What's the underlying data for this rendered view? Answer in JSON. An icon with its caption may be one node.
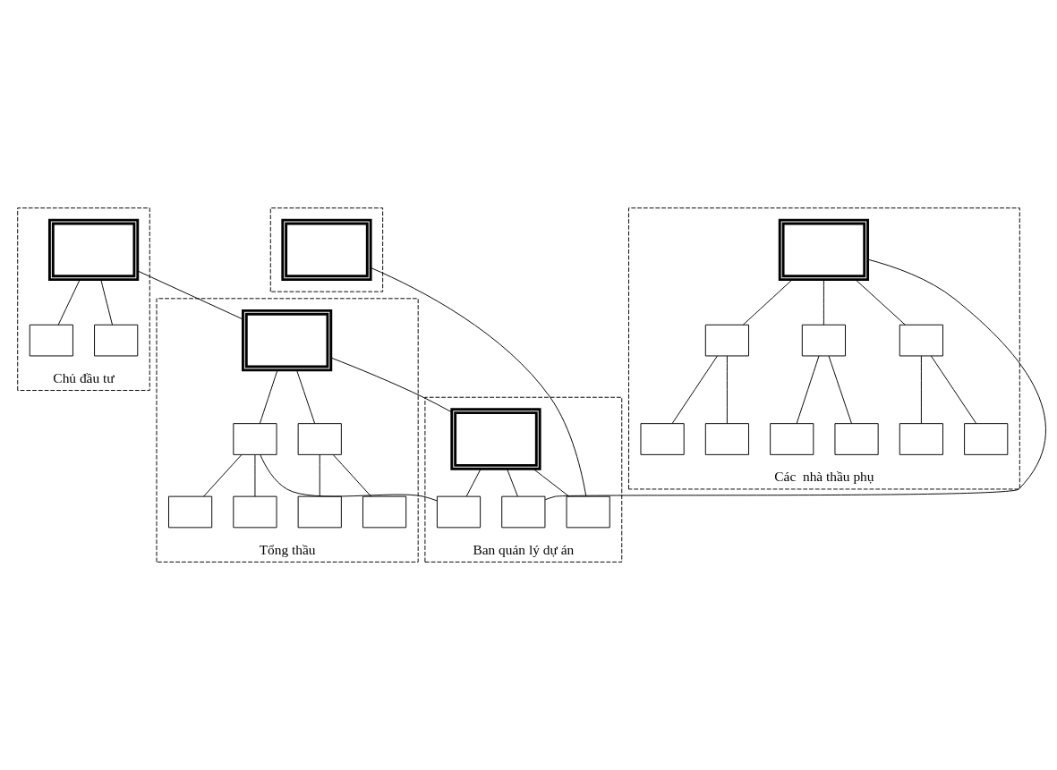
{
  "diagram": {
    "nodes": [
      {
        "text": [
          "Chủ đầu tư"
        ]
      },
      {
        "text": [],
        "shape": "box",
        "in": 0
      },
      {
        "text": [],
        "shape": "box",
        "in": 0
      },
      {
        "text": [],
        "shape": "box",
        "in": 0
      },
      {
        "text": [
          "Tổng thầu"
        ]
      },
      {
        "text": [],
        "shape": "box",
        "in": 4
      },
      {
        "text": [],
        "shape": "box",
        "in": 4
      },
      {
        "text": [],
        "shape": "box",
        "in": 4
      },
      {
        "text": [],
        "shape": "box",
        "in": 4
      },
      {
        "text": [],
        "shape": "box",
        "in": 4
      },
      {
        "text": [],
        "shape": "box",
        "in": 4
      },
      {
        "text": [],
        "shape": "box",
        "in": 4
      },
      {
        "text": [
          "Ban quản lý dự án"
        ]
      },
      {
        "text": [],
        "shape": "box",
        "in": 12
      },
      {
        "text": [],
        "shape": "box",
        "in": 12
      },
      {
        "text": [],
        "shape": "box",
        "in": 12
      },
      {
        "text": [],
        "shape": "box",
        "in": 12
      },
      {
        "text": [],
        "shape": "box"
      },
      {
        "text": [],
        "shape": "box",
        "in": 17
      },
      {
        "text": [
          "Các  nhà thầu phụ"
        ]
      },
      {
        "text": [],
        "shape": "box",
        "in": 19
      },
      {
        "text": [],
        "shape": "box",
        "in": 19
      },
      {
        "text": [],
        "shape": "box",
        "in": 19
      },
      {
        "text": [],
        "shape": "box",
        "in": 19
      },
      {
        "text": [],
        "shape": "box",
        "in": 19
      },
      {
        "text": [],
        "shape": "box",
        "in": 19
      },
      {
        "text": [],
        "shape": "box",
        "in": 19
      },
      {
        "text": [],
        "shape": "box",
        "in": 19
      },
      {
        "text": [],
        "shape": "box",
        "in": 19
      },
      {
        "text": [],
        "shape": "box",
        "in": 19
      }
    ],
    "edges": [
      {
        "from": 1,
        "to": 2,
        "arrow": "none"
      },
      {
        "from": 1,
        "to": 3,
        "arrow": "none"
      },
      {
        "from": 1,
        "to": 5,
        "arrow": "none"
      },
      {
        "from": 5,
        "to": 13,
        "arrow": "none"
      },
      {
        "from": 5,
        "to": 6,
        "arrow": "none"
      },
      {
        "from": 5,
        "to": 7,
        "arrow": "none"
      },
      {
        "from": 6,
        "to": 8,
        "arrow": "none"
      },
      {
        "from": 6,
        "to": 9,
        "arrow": "none"
      },
      {
        "from": 7,
        "to": 10,
        "arrow": "none"
      },
      {
        "from": 7,
        "to": 11,
        "arrow": "none"
      },
      {
        "from": 14,
        "to": 6,
        "arrow": "none"
      },
      {
        "from": 13,
        "to": 14,
        "arrow": "none"
      },
      {
        "from": 13,
        "to": 15,
        "arrow": "none"
      },
      {
        "from": 13,
        "to": 16,
        "arrow": "none"
      },
      {
        "from": 18,
        "to": 16,
        "arrow": "none"
      },
      {
        "from": 20,
        "to": 15,
        "arrow": "none"
      },
      {
        "from": 20,
        "to": 21,
        "arrow": "none"
      },
      {
        "from": 20,
        "to": 22,
        "arrow": "none"
      },
      {
        "from": 20,
        "to": 23,
        "arrow": "none"
      },
      {
        "from": 21,
        "to": 24,
        "arrow": "none"
      },
      {
        "from": 21,
        "to": 25,
        "arrow": "none"
      },
      {
        "from": 22,
        "to": 26,
        "arrow": "none"
      },
      {
        "from": 22,
        "to": 27,
        "arrow": "none"
      },
      {
        "from": 23,
        "to": 28,
        "arrow": "none"
      },
      {
        "from": 23,
        "to": 29,
        "arrow": "none"
      }
    ]
  }
}
